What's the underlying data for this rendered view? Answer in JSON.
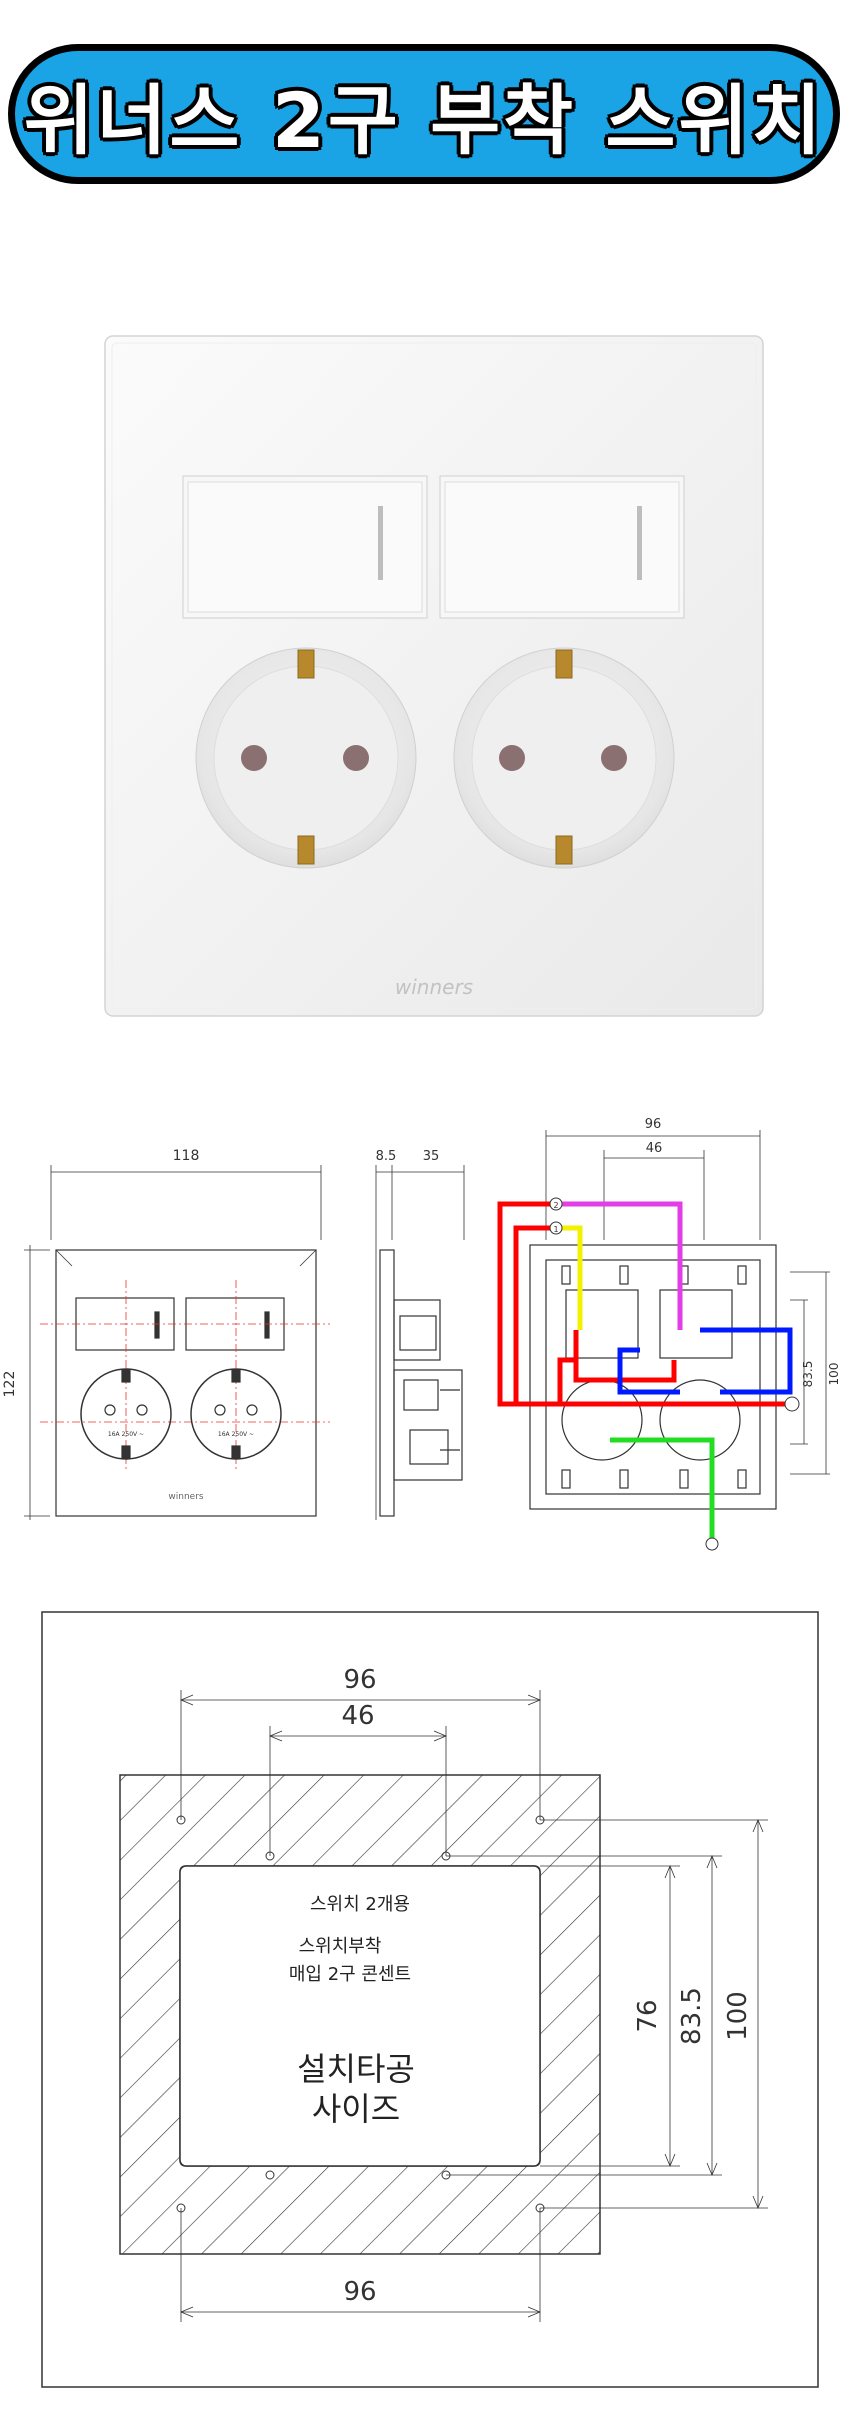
{
  "title": "위너스 2구 부착 스위치",
  "product_photo": {
    "brand_mark": "winners"
  },
  "technical_drawing": {
    "front_view": {
      "width_label": "118",
      "height_label": "122",
      "socket_rating": "16A 250V ~",
      "brand_mark": "winners"
    },
    "side_view": {
      "plate_label": "8.5",
      "depth_label": "35"
    },
    "back_view": {
      "width_outer": "96",
      "width_inner": "46",
      "height_inner": "83.5",
      "height_outer": "100",
      "callout_1": "1",
      "callout_2": "2"
    }
  },
  "cutout_diagram": {
    "dim_96_top": "96",
    "dim_46": "46",
    "dim_96_bottom": "96",
    "dim_76": "76",
    "dim_83_5": "83.5",
    "dim_100": "100",
    "label_line1": "스위치 2개용",
    "label_line2": "스위치부착",
    "label_line3": "매입 2구 콘센트",
    "install_line1": "설치타공",
    "install_line2": "사이즈"
  },
  "colors": {
    "banner": "#1aa4e6",
    "wire_red": "#ff0000",
    "wire_magenta": "#e23de6",
    "wire_yellow": "#f2f200",
    "wire_blue": "#0019ff",
    "wire_green": "#22dd22"
  }
}
